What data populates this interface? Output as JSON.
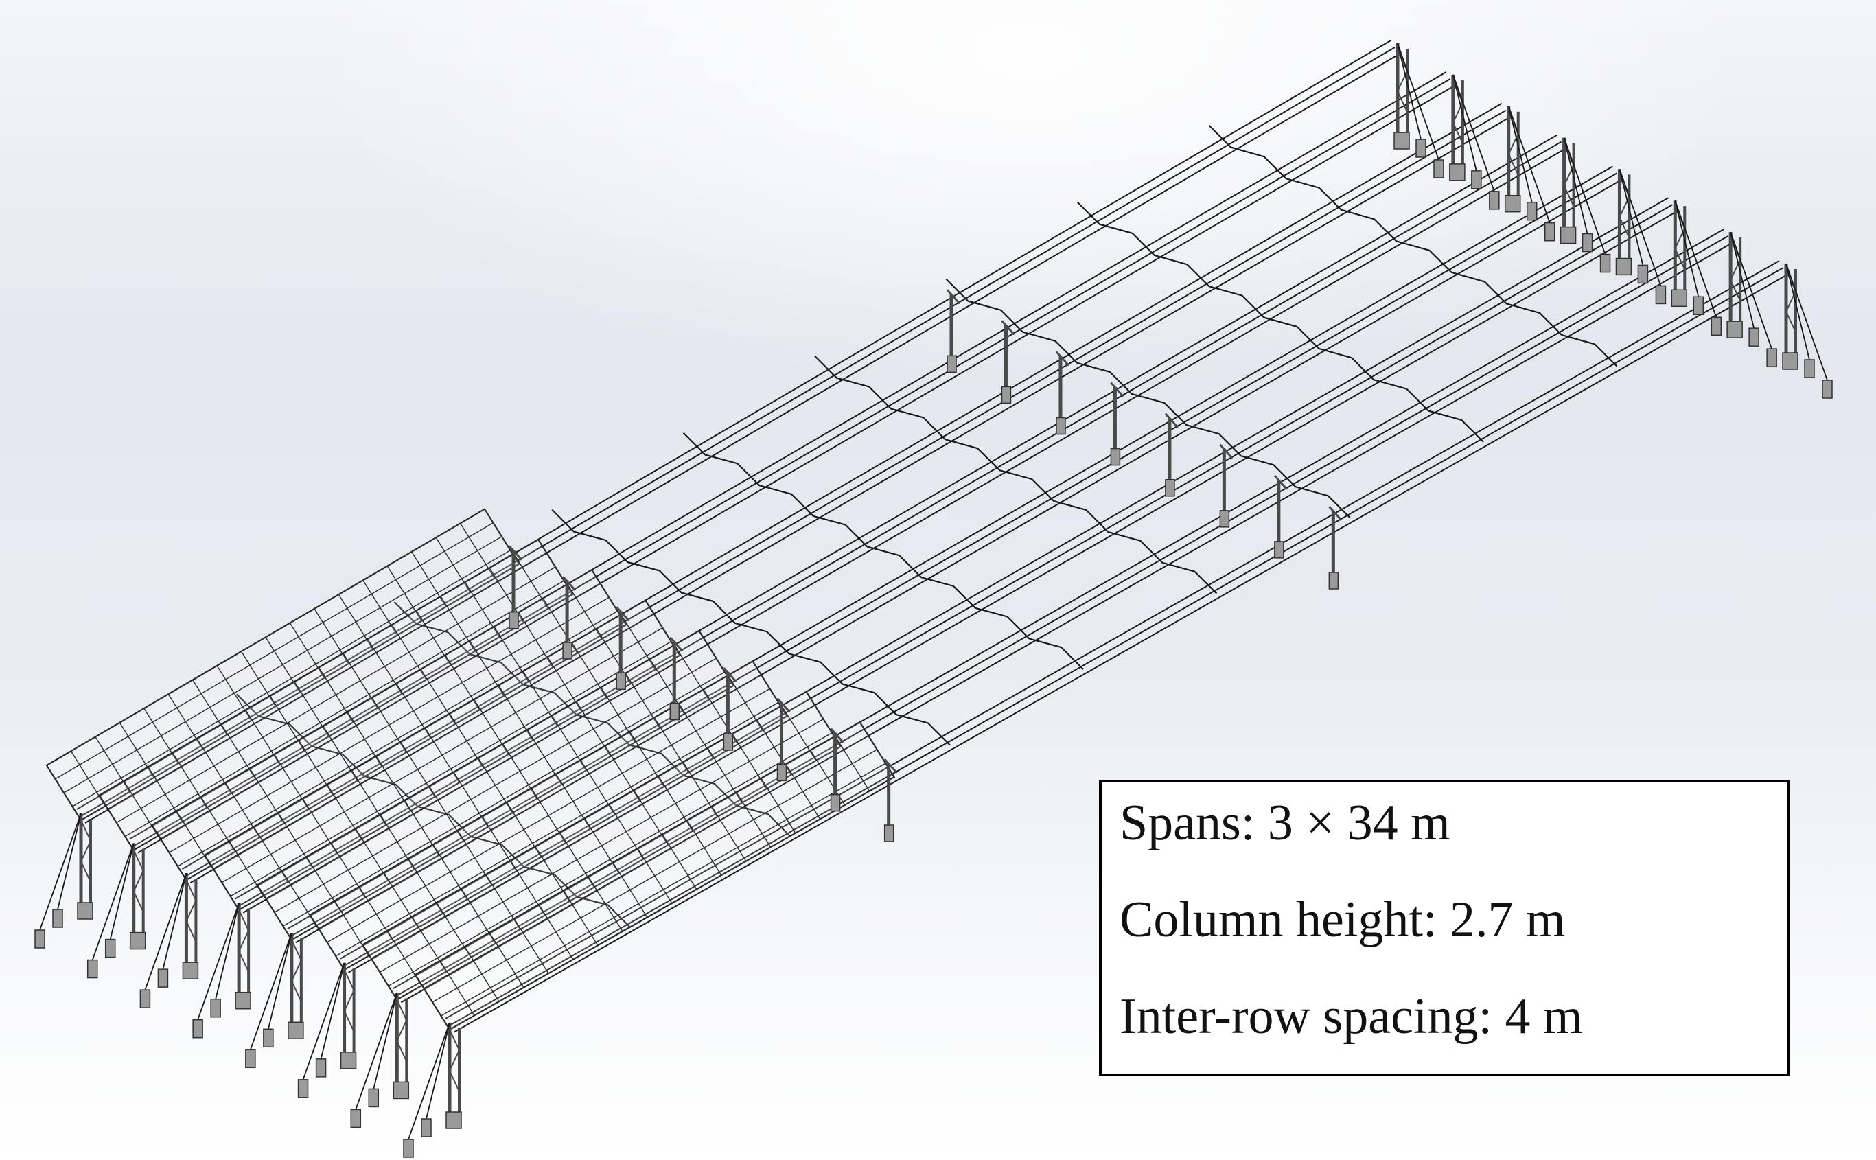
{
  "legend": {
    "spans": "Spans: 3 × 34 m",
    "column_height": "Column height: 2.7 m",
    "inter_row_spacing": "Inter-row spacing: 4 m"
  },
  "structure": {
    "rows": 8,
    "spans": 3,
    "panelized_span": 1,
    "line_color": "#1a1a1a",
    "panel_color": "#2a2a2a",
    "column_color": "#4a4a4a",
    "background_color": "#e6e9ef"
  }
}
